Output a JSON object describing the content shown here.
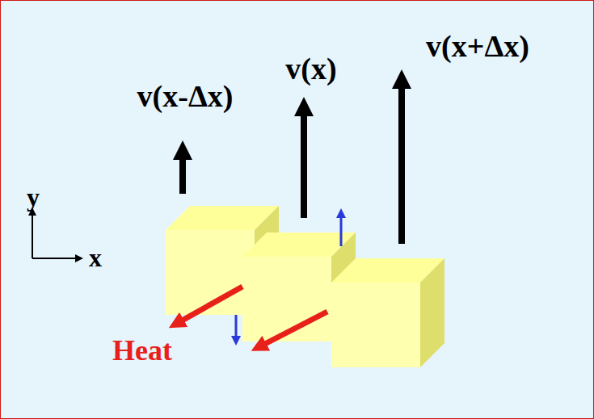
{
  "diagram": {
    "labels": [
      "v(x-Δx)",
      "v(x)",
      "v(x+Δx)",
      "y",
      "x",
      "Heat"
    ]
  }
}
